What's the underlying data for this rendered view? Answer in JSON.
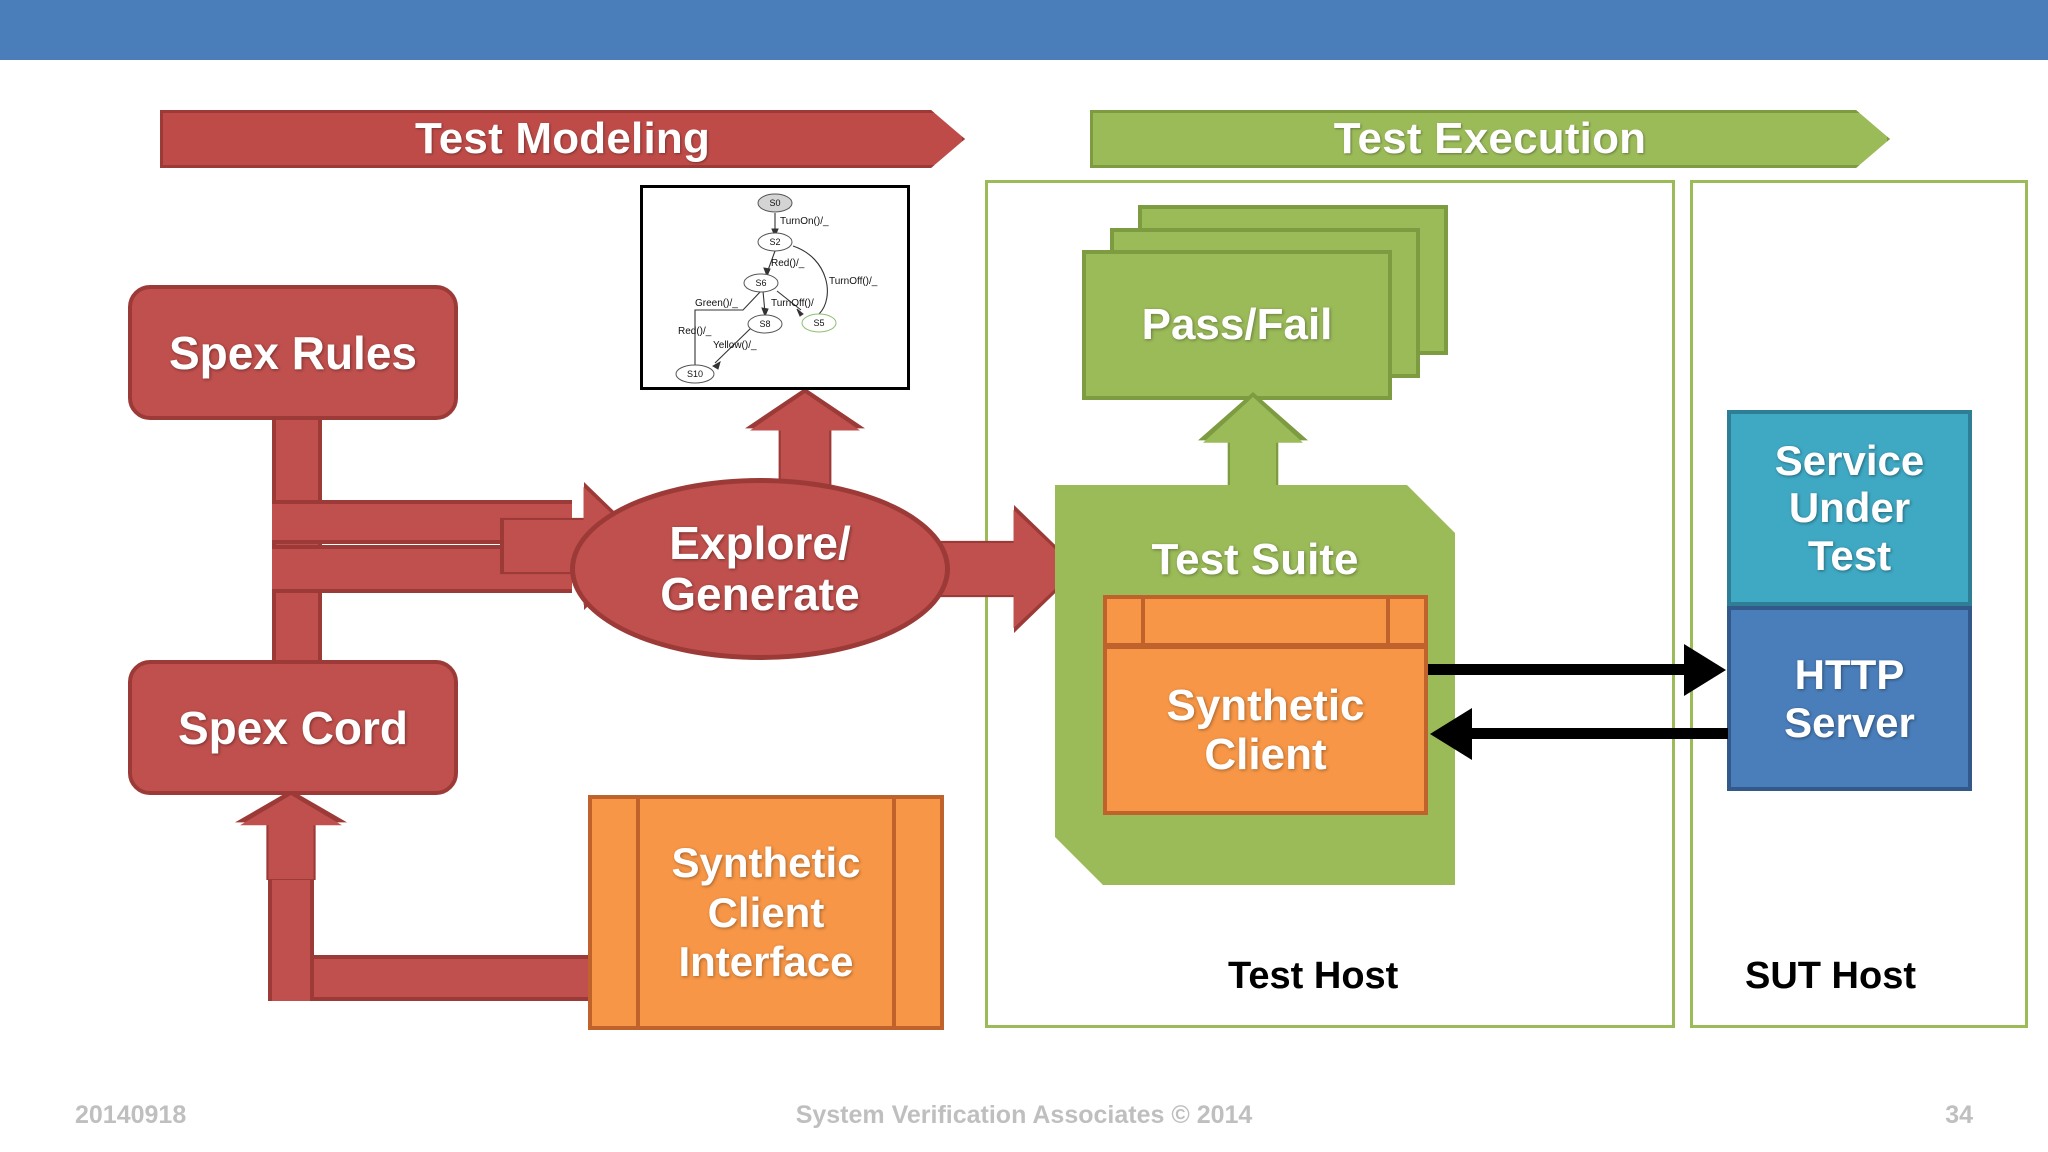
{
  "banners": {
    "modeling": "Test Modeling",
    "execution": "Test Execution"
  },
  "modeling": {
    "spex_rules": "Spex Rules",
    "spex_cord": "Spex Cord",
    "explore_line1": "Explore/",
    "explore_line2": "Generate",
    "synthetic_client_interface_l1": "Synthetic",
    "synthetic_client_interface_l2": "Client",
    "synthetic_client_interface_l3": "Interface"
  },
  "state_machine": {
    "states": [
      "S0",
      "S2",
      "S6",
      "S5",
      "S8",
      "S10"
    ],
    "transitions": [
      {
        "label": "TurnOn()/_",
        "from": "S0",
        "to": "S2"
      },
      {
        "label": "Red()/_",
        "from": "S2",
        "to": "S6"
      },
      {
        "label": "TurnOff()/_",
        "from": "S2",
        "to": "S5"
      },
      {
        "label": "Green()/_",
        "from": "S6",
        "to": "S10"
      },
      {
        "label": "TurnOff()/",
        "from": "S6",
        "to": "S5"
      },
      {
        "label": "Red()/_",
        "from": "S10",
        "to": "S6"
      },
      {
        "label": "Yellow()/_",
        "from": "S8",
        "to": "S10"
      }
    ]
  },
  "execution": {
    "pass_fail": "Pass/Fail",
    "test_suite": "Test Suite",
    "synthetic_client_l1": "Synthetic",
    "synthetic_client_l2": "Client",
    "test_host": "Test Host",
    "sut_host": "SUT Host"
  },
  "sut": {
    "service_l1": "Service",
    "service_l2": "Under",
    "service_l3": "Test",
    "http_l1": "HTTP",
    "http_l2": "Server"
  },
  "footer": {
    "date": "20140918",
    "copyright": "System Verification Associates   © 2014",
    "page": "34"
  },
  "colors": {
    "topbar": "#4A7EBB",
    "red": "#C0504D",
    "red_dark": "#9C3A38",
    "green": "#9BBB59",
    "green_dark": "#7D9B41",
    "orange": "#F79646",
    "orange_dark": "#C0622B",
    "blue_service": "#3FA9C4",
    "blue_http": "#4A7EBB",
    "footer_text": "#BFBFBF"
  }
}
